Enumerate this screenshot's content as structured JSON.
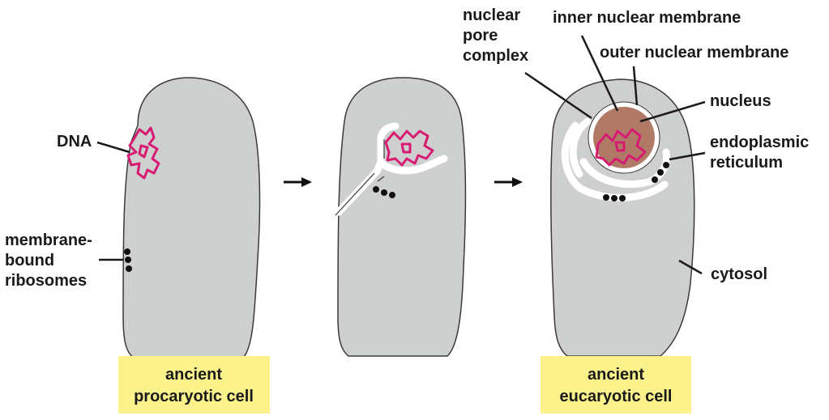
{
  "colors": {
    "cell_fill": "#cdd0cf",
    "cell_stroke": "#3a3a3a",
    "membrane": "#ffffff",
    "dna": "#d81b72",
    "nucleus": "#b07a66",
    "ribosome": "#111111",
    "caption_bg": "#fbf28c"
  },
  "labels": {
    "dna": "DNA",
    "ribosomes": [
      "membrane-",
      "bound",
      "ribosomes"
    ],
    "nuclear_pore": [
      "nuclear",
      "pore",
      "complex"
    ],
    "inner_membrane": "inner nuclear membrane",
    "outer_membrane": "outer nuclear membrane",
    "nucleus": "nucleus",
    "er": [
      "endoplasmic",
      "reticulum"
    ],
    "cytosol": "cytosol"
  },
  "captions": {
    "left": [
      "ancient",
      "procaryotic cell"
    ],
    "right": [
      "ancient",
      "eucaryotic cell"
    ]
  },
  "arrows": [
    "arrow-1",
    "arrow-2"
  ]
}
